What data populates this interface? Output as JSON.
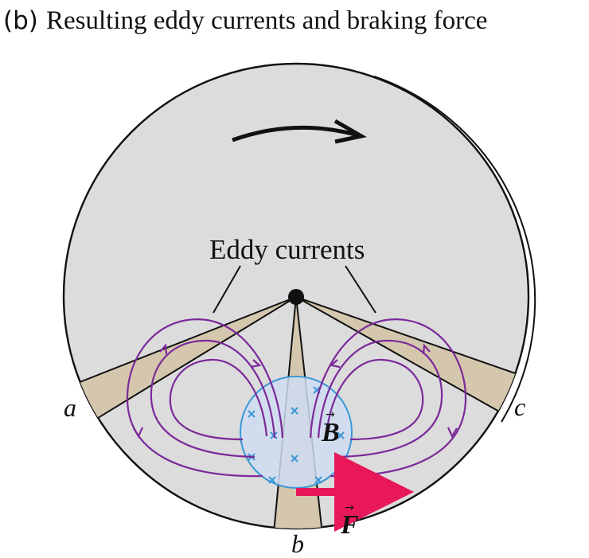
{
  "caption": {
    "label": "(b)",
    "text": "Resulting eddy currents and braking force"
  },
  "callout": "Eddy currents",
  "points": {
    "a": "a",
    "b": "b",
    "c": "c"
  },
  "vectors": {
    "B": "B",
    "F": "F",
    "arrow_glyph": "→"
  },
  "colors": {
    "disk_face": "#dcdcdc",
    "disk_rim": "#b5b5b5",
    "wedge": "#d5c7ad",
    "eddy": "#7b2a9a",
    "field_fill": "#cfdcf1",
    "field_stroke": "#3a98d6",
    "force": "#e8185a",
    "ink": "#111111"
  }
}
